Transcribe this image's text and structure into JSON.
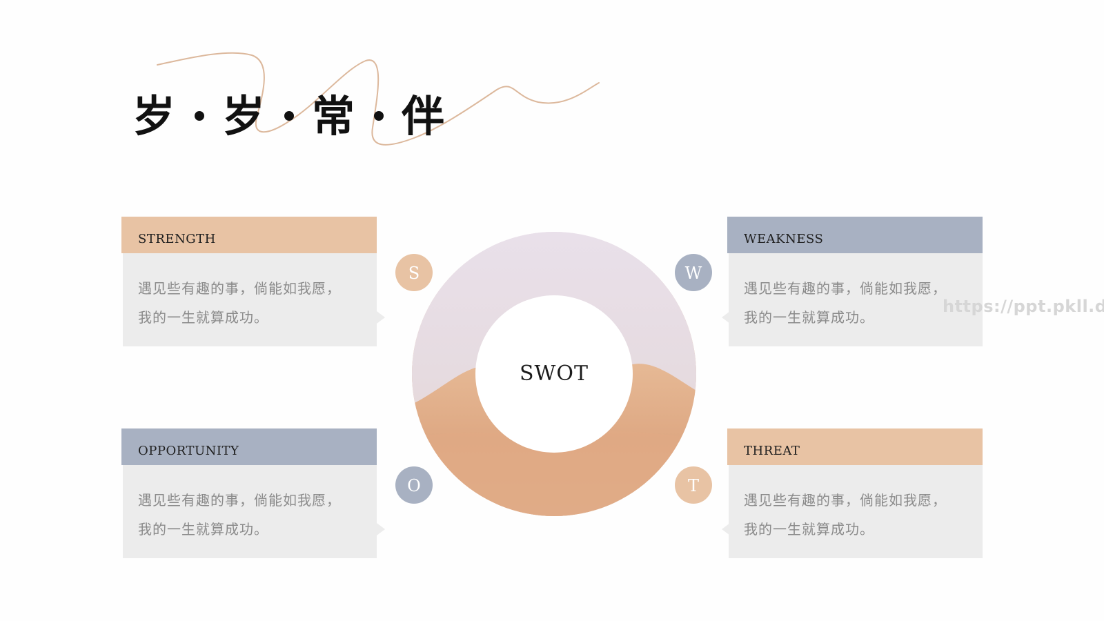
{
  "title": {
    "chars": [
      "岁",
      "岁",
      "常",
      "伴"
    ]
  },
  "center": {
    "label": "SWOT"
  },
  "cards": [
    {
      "id": "strength",
      "header": "STRENGTH",
      "body_line1": "遇见些有趣的事，倘能如我愿，",
      "body_line2": "我的一生就算成功。",
      "badge": "S",
      "header_color": "#e8c3a4",
      "badge_color": "#e8c3a4"
    },
    {
      "id": "weakness",
      "header": "WEAKNESS",
      "body_line1": "遇见些有趣的事，倘能如我愿，",
      "body_line2": "我的一生就算成功。",
      "badge": "W",
      "header_color": "#a8b1c2",
      "badge_color": "#a8b1c2"
    },
    {
      "id": "opportunity",
      "header": "OPPORTUNITY",
      "body_line1": "遇见些有趣的事，倘能如我愿，",
      "body_line2": "我的一生就算成功。",
      "badge": "O",
      "header_color": "#a8b1c2",
      "badge_color": "#a8b1c2"
    },
    {
      "id": "threat",
      "header": "THREAT",
      "body_line1": "遇见些有趣的事，倘能如我愿，",
      "body_line2": "我的一生就算成功。",
      "badge": "T",
      "header_color": "#e8c3a4",
      "badge_color": "#e8c3a4"
    }
  ],
  "watermark": "https://ppt.pkll.de",
  "colors": {
    "peach": "#e8c3a4",
    "slate": "#a8b1c2",
    "card_body": "#ececec",
    "line": "#dcb89c"
  }
}
